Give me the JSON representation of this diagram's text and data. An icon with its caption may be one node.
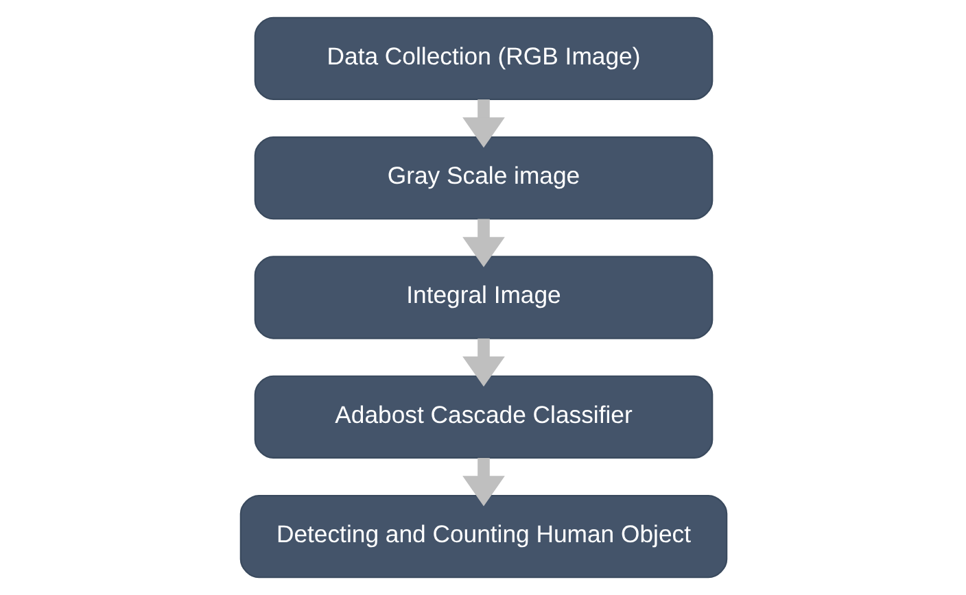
{
  "diagram": {
    "nodes": [
      {
        "text": [
          "Data Collection (RGB Image)"
        ]
      },
      {
        "text": [
          "Gray Scale image"
        ]
      },
      {
        "text": [
          "Integral Image"
        ]
      },
      {
        "text": [
          "Adabost Cascade Classifier"
        ]
      },
      {
        "text": [
          "Detecting and Counting Human Object"
        ]
      }
    ],
    "edges": [
      {
        "from": 0,
        "to": 1,
        "arrow": "to"
      },
      {
        "from": 1,
        "to": 2,
        "arrow": "to"
      },
      {
        "from": 2,
        "to": 3,
        "arrow": "to"
      },
      {
        "from": 3,
        "to": 4,
        "arrow": "to"
      }
    ]
  }
}
